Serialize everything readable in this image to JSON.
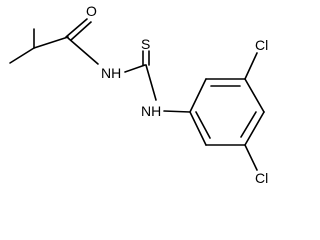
{
  "molecule": {
    "atoms": {
      "oxygen": "O",
      "nitrogen_amide": "NH",
      "sulfur": "S",
      "nitrogen_thio": "NH",
      "chlorine_top": "Cl",
      "chlorine_bottom": "Cl"
    }
  }
}
